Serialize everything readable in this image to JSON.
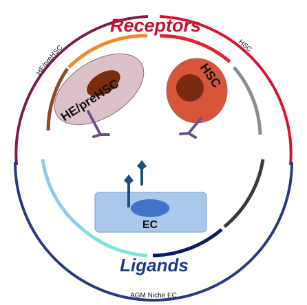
{
  "diagram": {
    "top_title": "Receptors",
    "bottom_title": "Ligands",
    "outer_left_label": "HE/preHSC",
    "outer_right_label": "HSC",
    "outer_bottom_label": "AGM Niche EC",
    "cell_left_label": "HE/preHSC",
    "cell_right_label": "HSC",
    "cell_bottom_label": "EC"
  },
  "colors": {
    "title_red": "#c8102e",
    "ligand_blue": "#1f3a8a",
    "outer_left": "#7a1e4e",
    "outer_right": "#d9112c",
    "outer_bottom": "#2a3a82",
    "inner_orange": "#f08a24",
    "inner_brown": "#8b4a2a",
    "inner_red": "#e0252e",
    "inner_gray": "#8c8c8c",
    "inner_lightblue": "#8ec9ee",
    "inner_aqua": "#7ee3da",
    "inner_navy": "#0b1a6b",
    "inner_dark": "#3a3a3a",
    "receptor_purple": "#6b4f8c",
    "ligand_arrow": "#1d4f7a",
    "hepre_cell_fill": "#dcc2c8",
    "hepre_nucleus": "#7a2e0e",
    "hsc_cell_fill": "#d8553a",
    "hsc_nucleus": "#7a2a10",
    "ec_fill": "#a9c8ea",
    "ec_nucleus": "#3f74c8"
  }
}
